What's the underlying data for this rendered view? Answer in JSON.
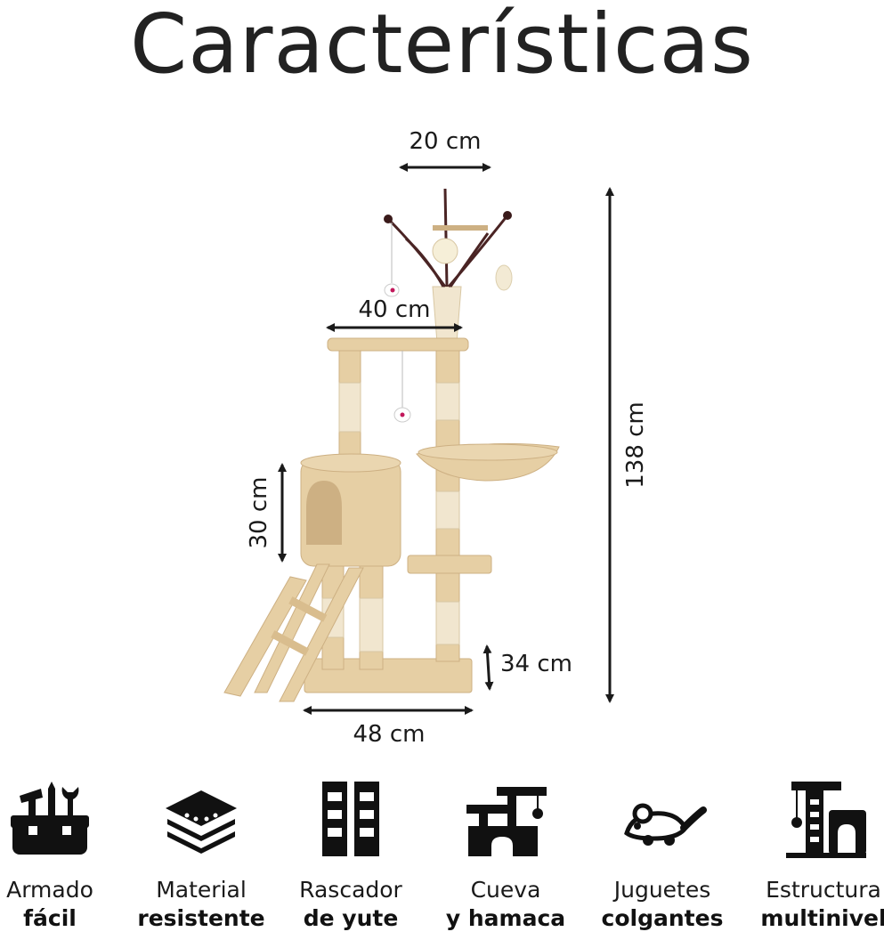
{
  "title": "Características",
  "dimensions": {
    "top_width": "20 cm",
    "platform_width": "40 cm",
    "cave_height": "30 cm",
    "total_height": "138 cm",
    "base_height": "34 cm",
    "base_width": "48 cm"
  },
  "features": [
    {
      "icon": "toolbox-icon",
      "line1": "Armado",
      "line2": "fácil"
    },
    {
      "icon": "layers-icon",
      "line1": "Material",
      "line2": "resistente"
    },
    {
      "icon": "scratcher-posts-icon",
      "line1": "Rascador",
      "line2": "de yute"
    },
    {
      "icon": "cave-hammock-icon",
      "line1": "Cueva",
      "line2": "y hamaca"
    },
    {
      "icon": "mouse-toy-icon",
      "line1": "Juguetes",
      "line2": "colgantes"
    },
    {
      "icon": "multilevel-structure-icon",
      "line1": "Estructura",
      "line2": "multinivel"
    }
  ],
  "colors": {
    "plush": "#e6cfa4",
    "plush_dark": "#cdb083",
    "sisal": "#f1e6cf",
    "ink": "#1a1a1a"
  }
}
